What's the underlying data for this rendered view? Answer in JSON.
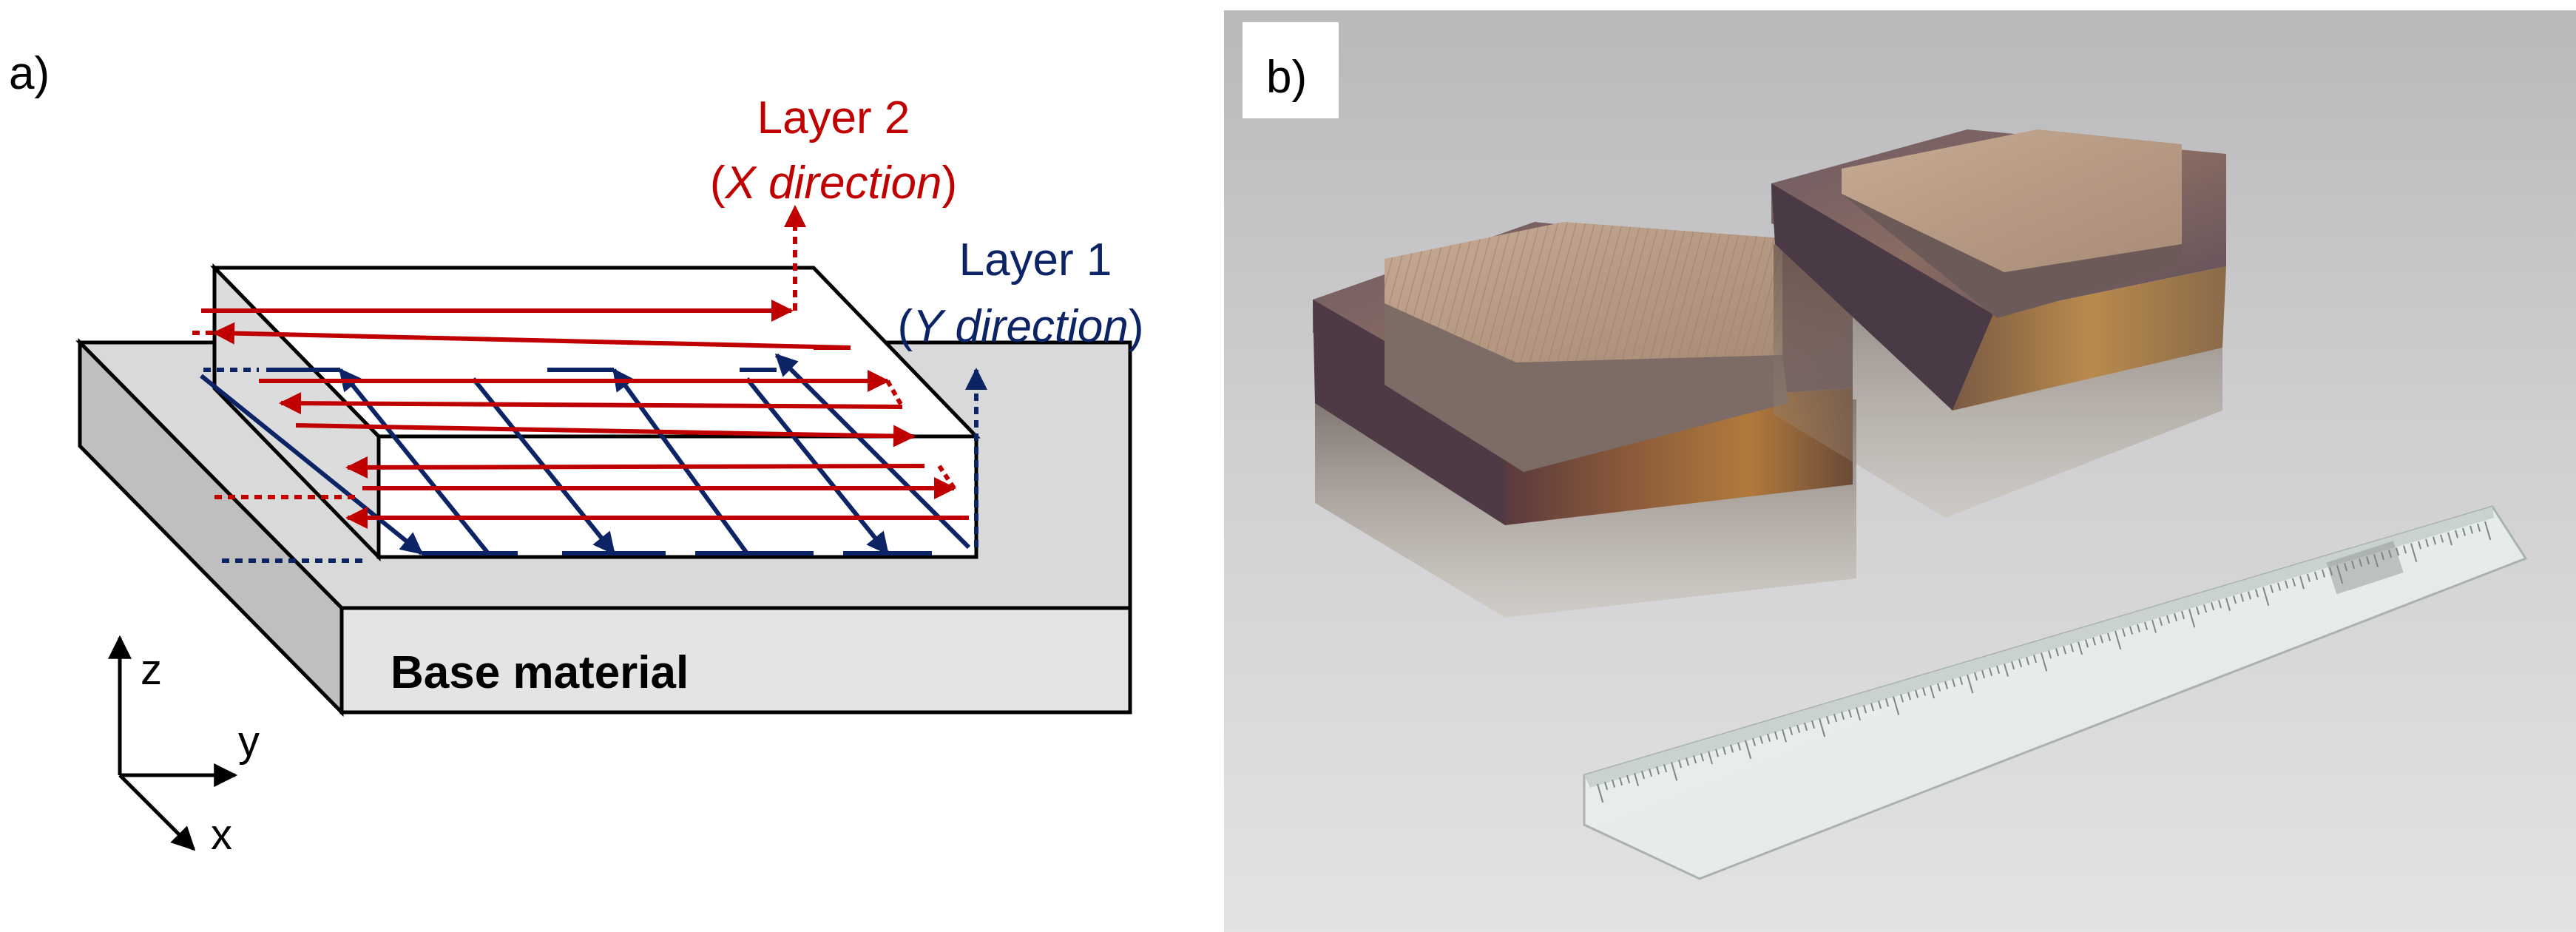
{
  "panel_a": {
    "label": "a)",
    "layer2": {
      "title": "Layer 2",
      "paren_open": "(",
      "direction": "X direction",
      "paren_close": ")",
      "color": "#c00000"
    },
    "layer1": {
      "title": "Layer 1",
      "paren_open": "(",
      "direction": "Y direction",
      "paren_close": ")",
      "color": "#0c2466"
    },
    "base_label": "Base material",
    "axes": {
      "z": "z",
      "y": "y",
      "x": "x"
    }
  },
  "panel_b": {
    "label": "b)"
  }
}
